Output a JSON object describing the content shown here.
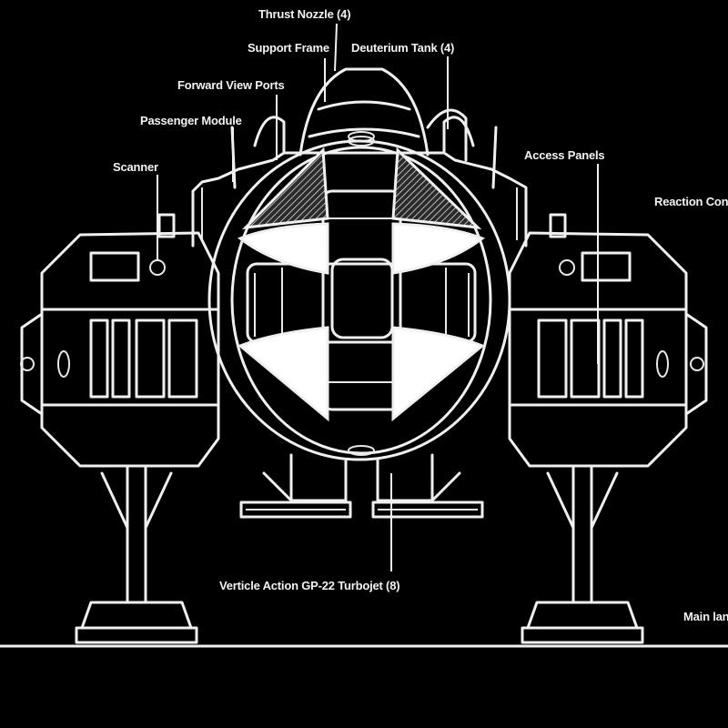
{
  "diagram": {
    "labels": {
      "thrust_nozzle": "Thrust Nozzle (4)",
      "support_frame": "Support Frame",
      "deuterium_tank": "Deuterium Tank (4)",
      "forward_view_ports": "Forward View Ports",
      "passenger_module": "Passenger Module",
      "scanner": "Scanner",
      "access_panels": "Access Panels",
      "reaction_control": "Reaction Contr",
      "verticle_action": "Verticle Action  GP-22 Turbojet (8)",
      "main_landing": "Main lan"
    },
    "colors": {
      "background": "#000000",
      "line": "#f0f0f0"
    }
  }
}
